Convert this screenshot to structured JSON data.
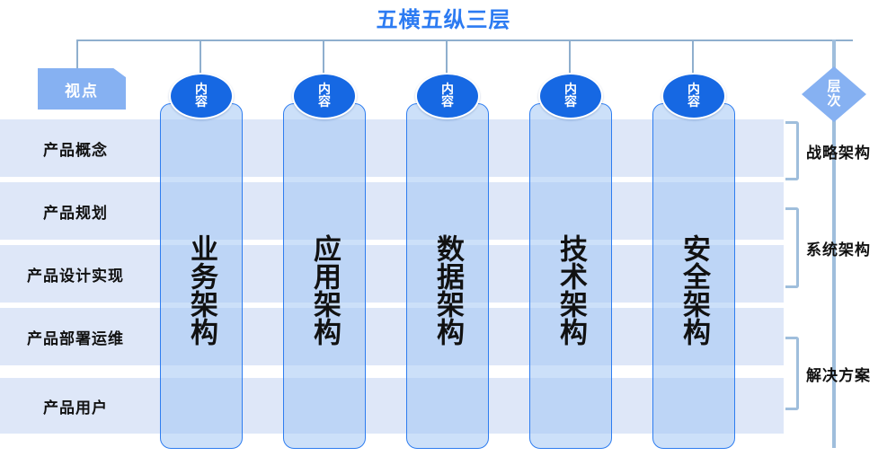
{
  "title": "五横五纵三层",
  "viewpoint": {
    "label": "视点"
  },
  "level_header": {
    "line1": "层",
    "line2": "次"
  },
  "content_badge": {
    "line1": "内",
    "line2": "容"
  },
  "rows": [
    {
      "label": "产品概念"
    },
    {
      "label": "产品规划"
    },
    {
      "label": "产品设计实现"
    },
    {
      "label": "产品部署运维"
    },
    {
      "label": "产品用户"
    }
  ],
  "columns": [
    {
      "label": "业务架构",
      "badge_line1": "内",
      "badge_line2": "容"
    },
    {
      "label": "应用架构",
      "badge_line1": "内",
      "badge_line2": "容"
    },
    {
      "label": "数据架构",
      "badge_line1": "内",
      "badge_line2": "容"
    },
    {
      "label": "技术架构",
      "badge_line1": "内",
      "badge_line2": "容"
    },
    {
      "label": "安全架构",
      "badge_line1": "内",
      "badge_line2": "容"
    }
  ],
  "layers": [
    {
      "label": "战略架构"
    },
    {
      "label": "系统架构"
    },
    {
      "label": "解决方案"
    }
  ],
  "colors": {
    "title": "#2C7BF2",
    "row_band": "#DEE7F8",
    "column_fill": "#A3C6F4",
    "column_border": "#2E7DF0",
    "badge": "#1668E3",
    "banner": "#86B1F2",
    "connector": "#8FAFCE",
    "axis": "#9FBEDC"
  }
}
